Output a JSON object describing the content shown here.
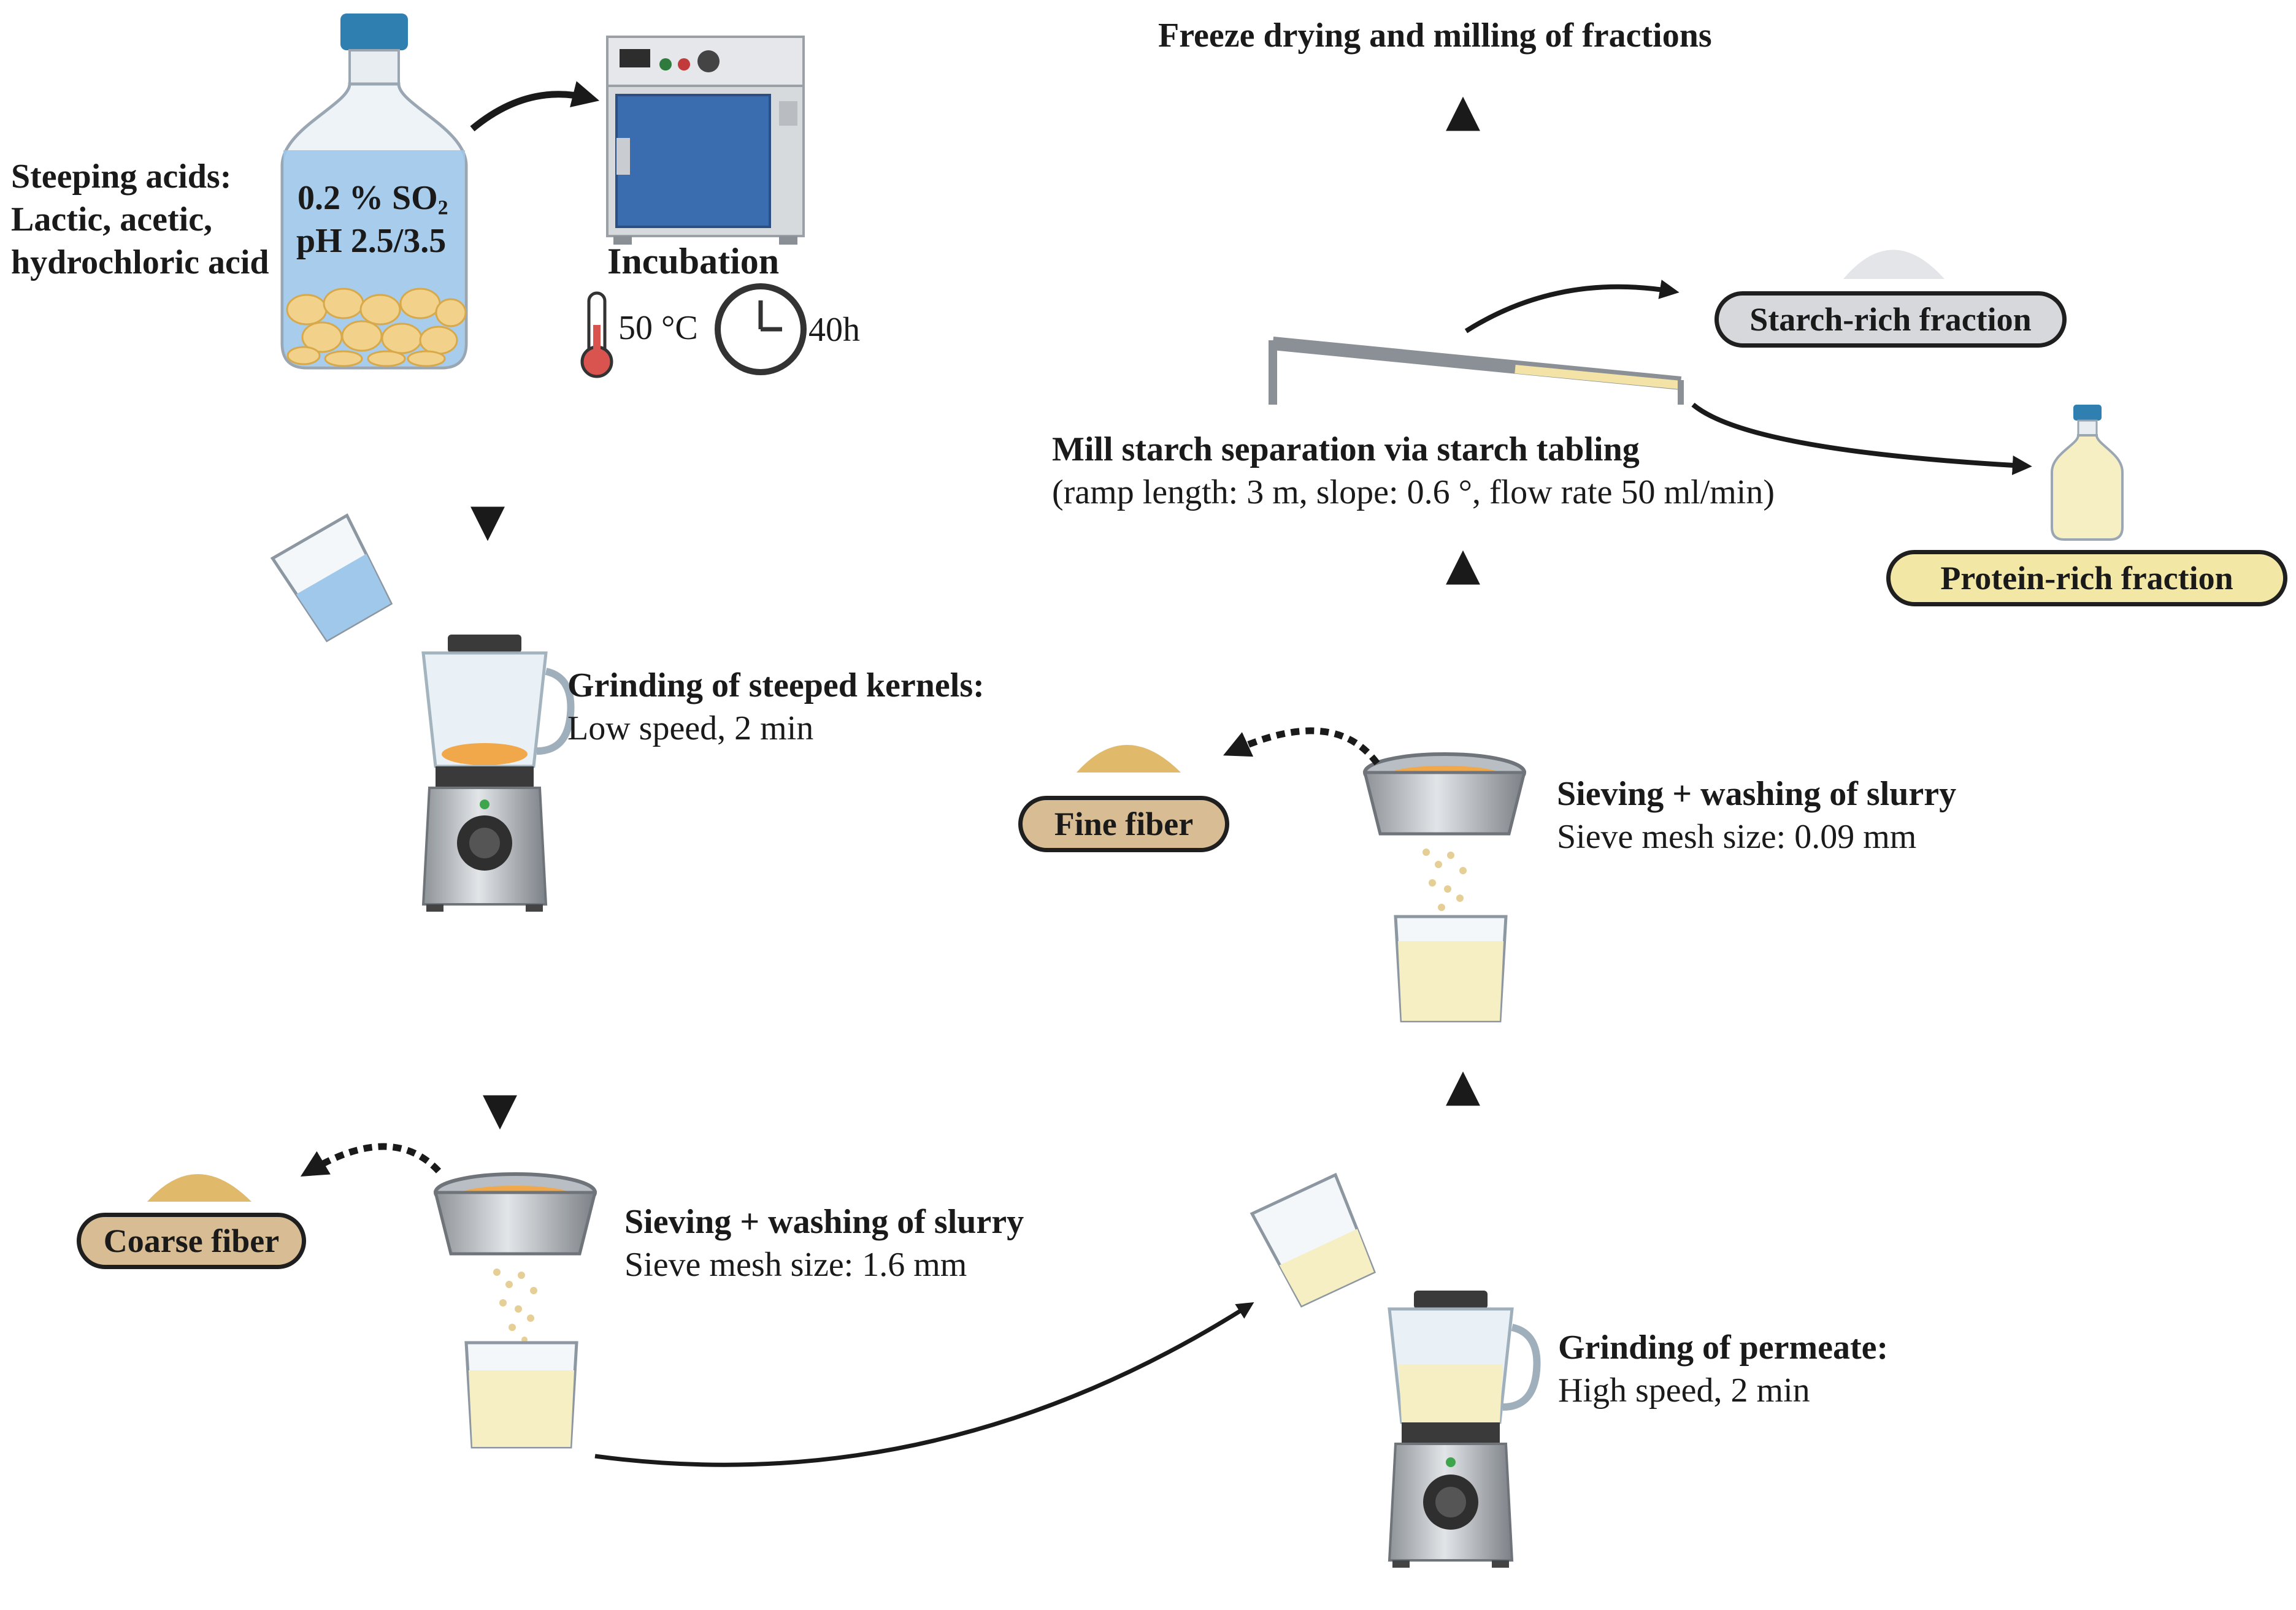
{
  "steeping": {
    "label_line1": "Steeping acids:",
    "label_line2": "Lactic, acetic,",
    "label_line3": "hydrochloric acid",
    "bottle_line1_pre": "0.2 % SO",
    "bottle_line1_sub": "2",
    "bottle_line2": "pH 2.5/3.5"
  },
  "incubation": {
    "title": "Incubation",
    "temperature": "50 °C",
    "duration": "40h"
  },
  "grinding_kernels": {
    "title": "Grinding of steeped kernels:",
    "detail": "Low speed, 2 min"
  },
  "sieving_coarse": {
    "title": "Sieving + washing of slurry",
    "detail": "Sieve mesh size: 1.6 mm"
  },
  "coarse_fiber": {
    "label": "Coarse fiber"
  },
  "grinding_permeate": {
    "title": "Grinding of permeate:",
    "detail": "High speed, 2 min"
  },
  "sieving_fine": {
    "title": "Sieving + washing of slurry",
    "detail": "Sieve mesh size: 0.09 mm"
  },
  "fine_fiber": {
    "label": "Fine fiber"
  },
  "tabling": {
    "title": "Mill starch separation via starch tabling",
    "detail": "(ramp length: 3 m, slope: 0.6 °, flow rate 50 ml/min)"
  },
  "starch_fraction": {
    "label": "Starch-rich fraction"
  },
  "protein_fraction": {
    "label": "Protein-rich fraction"
  },
  "final_step": {
    "title": "Freeze drying and milling of fractions"
  },
  "colors": {
    "arrow": "#1a1a1a",
    "liquid_blue": "#9fc8ea",
    "liquid_cream": "#f6efc4",
    "kernel": "#f2d18a",
    "fiber_pill": "#d8bd94",
    "starch_pill": "#d6d8db",
    "protein_pill": "#f3e7a6",
    "incubator_blue": "#3a6cb0"
  }
}
